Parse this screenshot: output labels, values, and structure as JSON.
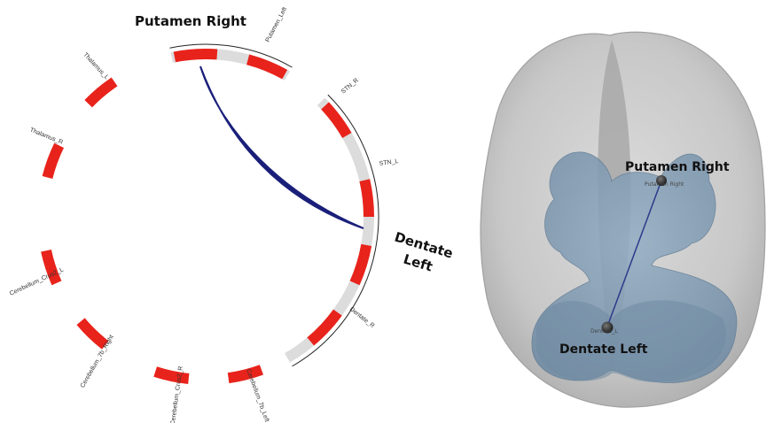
{
  "circos": {
    "title_top": "Putamen Right",
    "title_right_line1": "Dentate",
    "title_right_line2": "Left",
    "segments": [
      {
        "id": "putamen-right",
        "label": ""
      },
      {
        "id": "putamen-left",
        "label": "Putamen_Left"
      },
      {
        "id": "stn-r",
        "label": "STN_R"
      },
      {
        "id": "stn-l",
        "label": "STN_L"
      },
      {
        "id": "dentate-left",
        "label": ""
      },
      {
        "id": "dentate-r",
        "label": "Dentate_R"
      },
      {
        "id": "cerebellum-7b-left",
        "label": "Cerebellum_7b_Left"
      },
      {
        "id": "cerebellum-crus2-r",
        "label": "Cerebellum_Crus2_R"
      },
      {
        "id": "cerebellum-7b-right",
        "label": "Cerebellum_7b_Right"
      },
      {
        "id": "cerebellum-crus2-l",
        "label": "Cerebellum_Crus2_L"
      },
      {
        "id": "thalamus-r",
        "label": "Thalamus_R"
      },
      {
        "id": "thalamus-l",
        "label": "Thalamus_L"
      }
    ],
    "connection": {
      "from": "Putamen Right",
      "to": "Dentate Left"
    }
  },
  "brain": {
    "node_top_small": "Putamen Right",
    "node_bottom_small": "Dentate_L",
    "label_top": "Putamen Right",
    "label_bottom": "Dentate Left"
  },
  "colors": {
    "segment": "#e8231b",
    "track": "#dcdcdc",
    "chord": "#1a1f7a",
    "brain_shell": "#c9c9c9",
    "brain_inner": "#7f9bb5"
  }
}
